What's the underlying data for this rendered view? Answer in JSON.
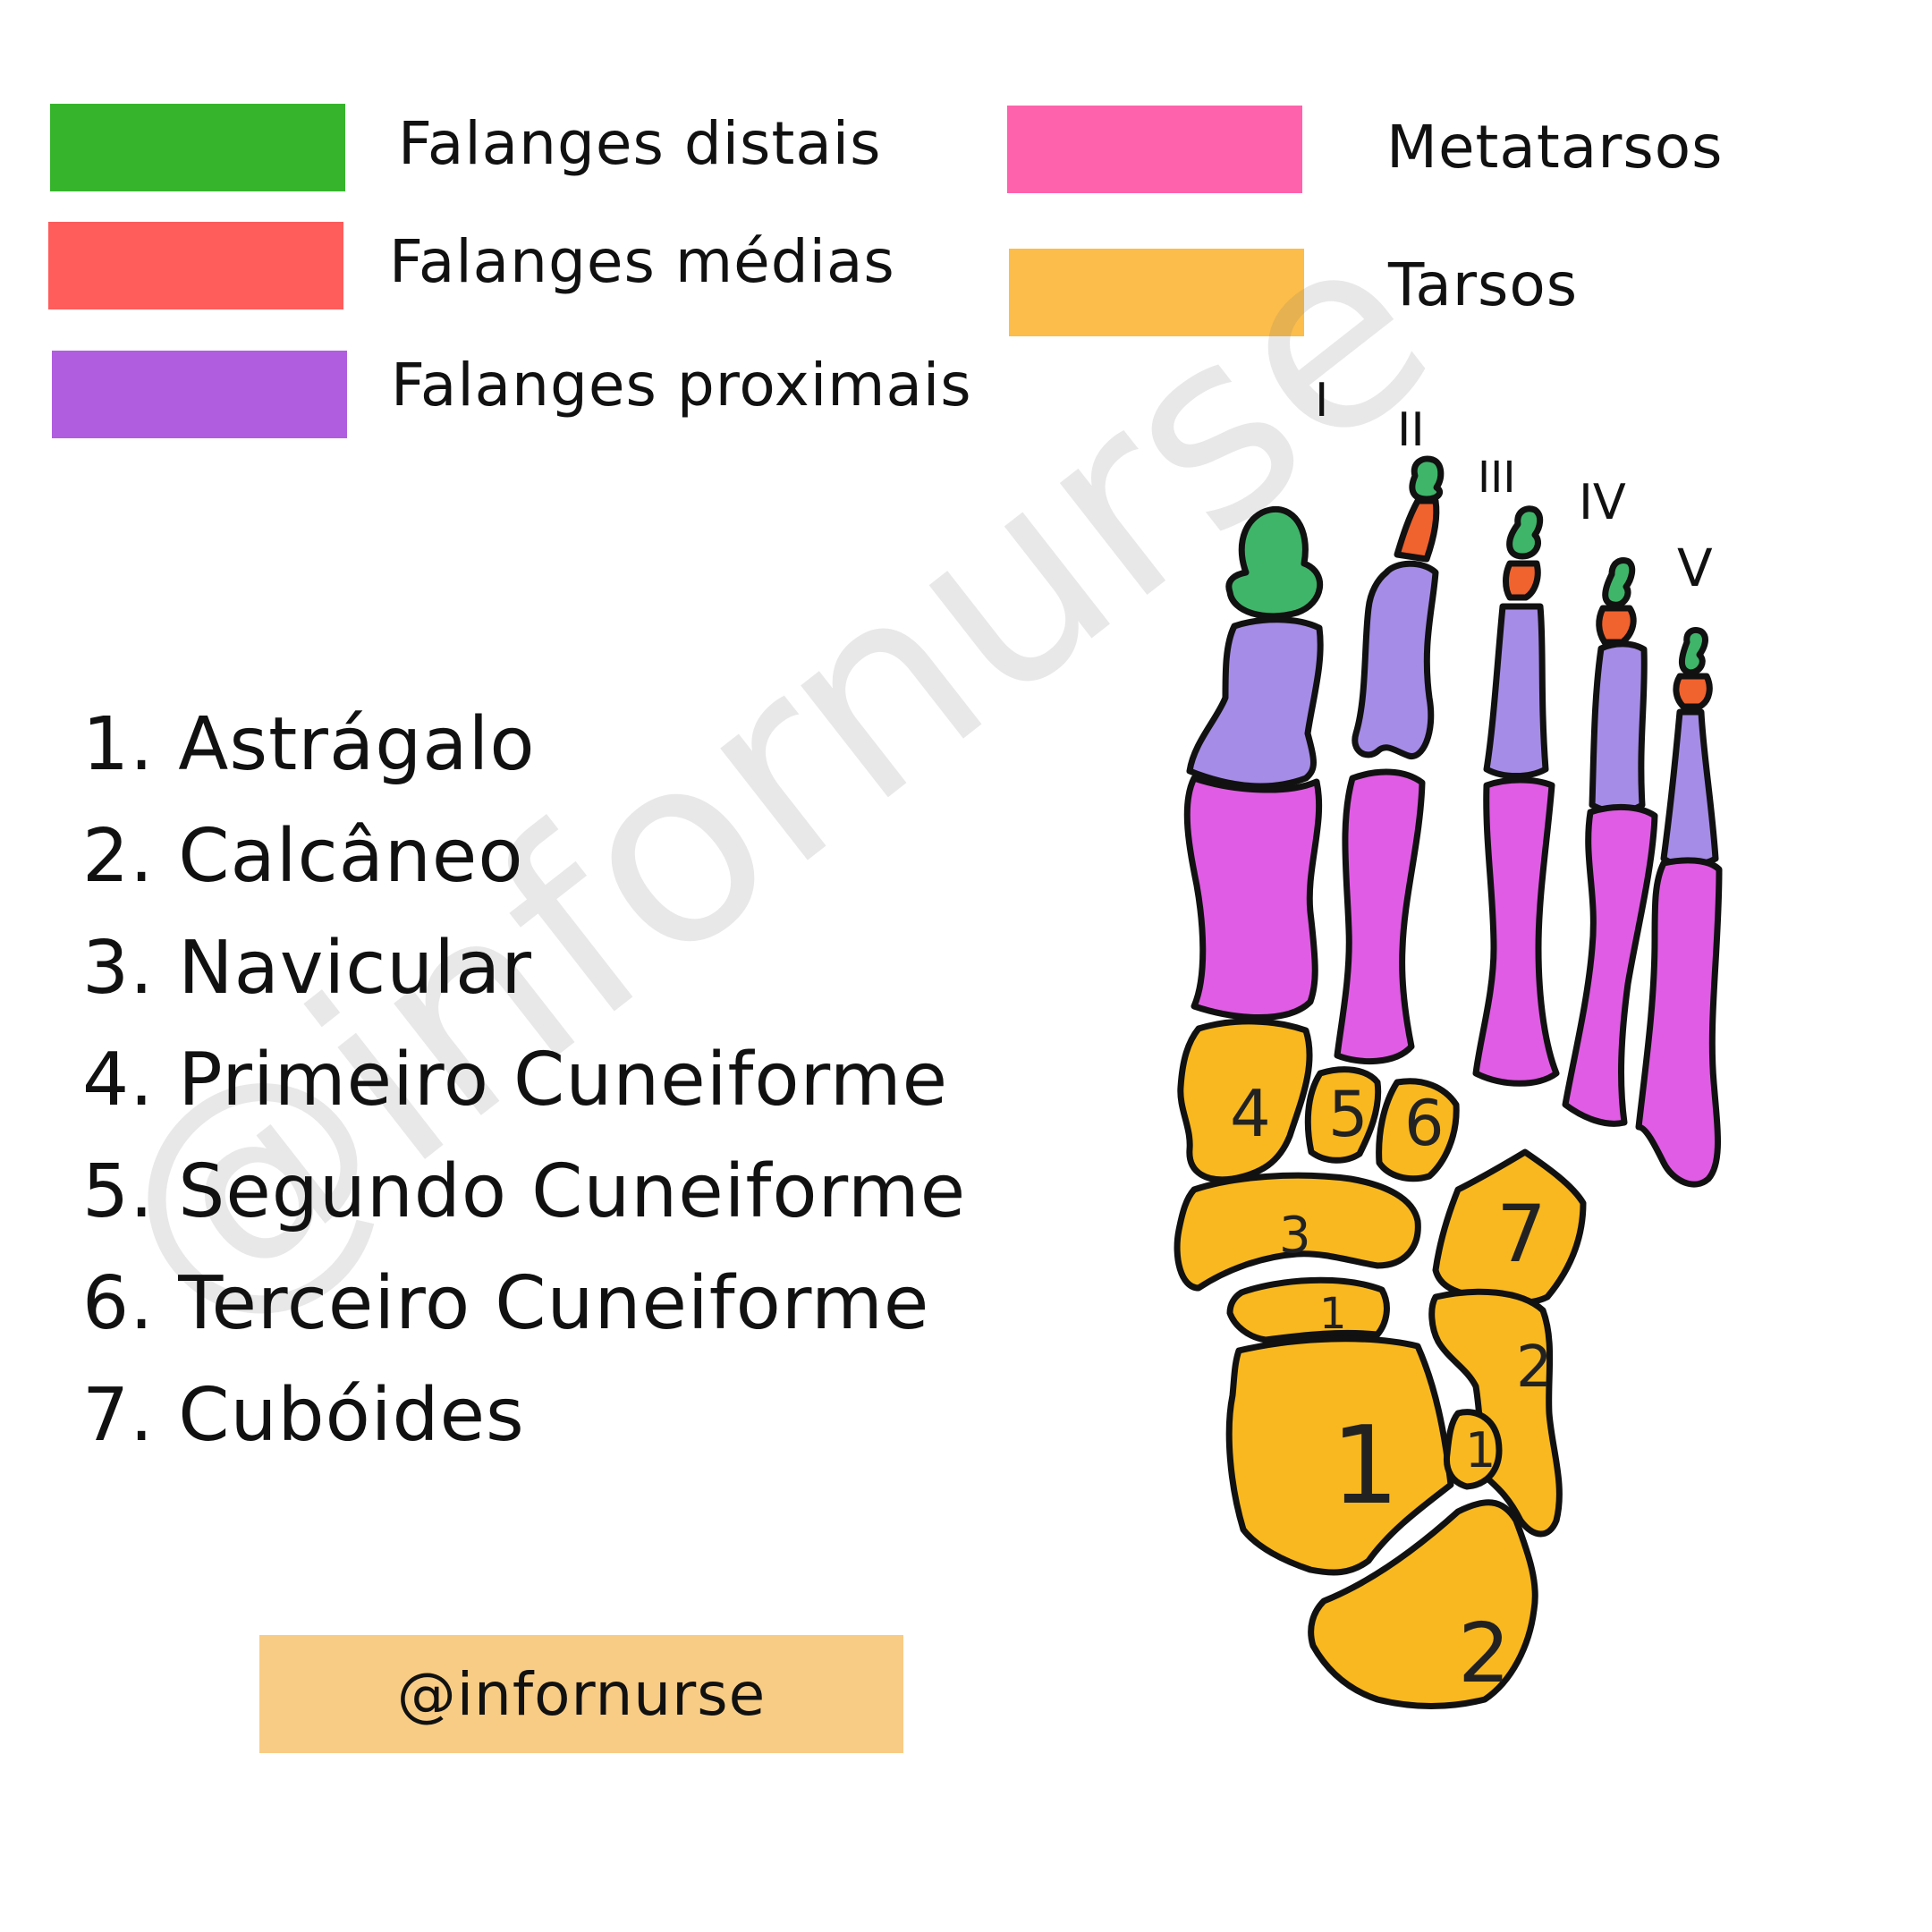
{
  "legend": {
    "items": [
      {
        "label": "Falanges distais",
        "color": "#36b52c"
      },
      {
        "label": "Falanges médias",
        "color": "#ff5c5c"
      },
      {
        "label": "Falanges proximais",
        "color": "#b05de0"
      },
      {
        "label": "Metatarsos",
        "color": "#ff62ac"
      },
      {
        "label": "Tarsos",
        "color": "#fcbd4a"
      }
    ]
  },
  "tarsal_list": [
    "1. Astrágalo",
    "2. Calcâneo",
    "3. Navicular",
    "4. Primeiro Cuneiforme",
    "5. Segundo Cuneiforme",
    "6. Terceiro Cuneiforme",
    "7. Cubóides"
  ],
  "handle": "@infornurse",
  "watermark": "@infornurse",
  "foot": {
    "toe_numerals": [
      "I",
      "II",
      "III",
      "IV",
      "V"
    ],
    "bone_numbers": [
      "1",
      "1",
      "1",
      "2",
      "2",
      "3",
      "4",
      "5",
      "6",
      "7"
    ],
    "bone_colors": {
      "distal": "#3fb56a",
      "middle": "#f0622e",
      "proximal": "#a58ce6",
      "metatarsal": "#e05ce4",
      "tarsal": "#f9b81f"
    }
  }
}
